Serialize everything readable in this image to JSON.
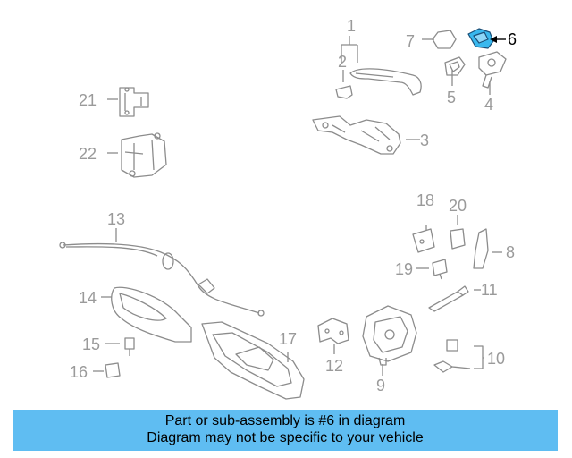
{
  "diagram": {
    "callouts": [
      "1",
      "2",
      "3",
      "4",
      "5",
      "6",
      "7",
      "8",
      "9",
      "10",
      "11",
      "12",
      "13",
      "14",
      "15",
      "16",
      "17",
      "18",
      "19",
      "20",
      "21",
      "22"
    ],
    "highlighted": "6",
    "colors": {
      "part": "#8c8c8c",
      "highlight": "#39b8ee",
      "label": "#9a9a9a",
      "banner_bg": "#5fbdf2"
    }
  },
  "banner": {
    "line1": "Part or sub-assembly is #6 in diagram",
    "line2": "Diagram may not be specific to your vehicle"
  }
}
